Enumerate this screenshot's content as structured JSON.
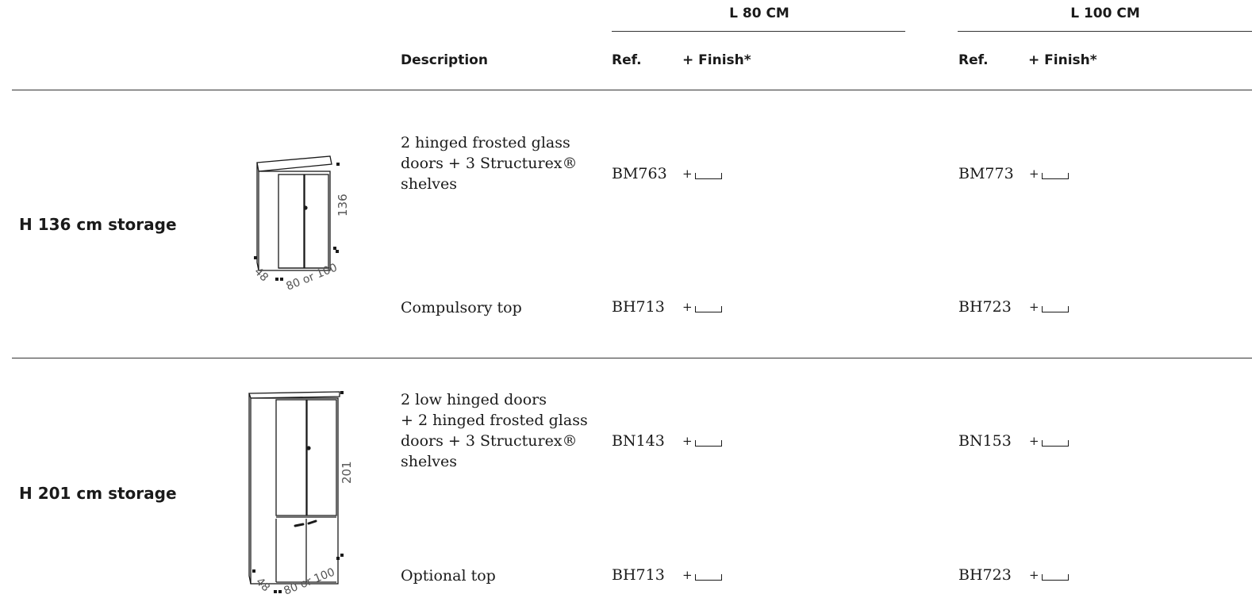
{
  "columns": [
    {
      "title": "L 80 CM",
      "ref_label": "Ref.",
      "finish_label": "+ Finish*"
    },
    {
      "title": "L 100 CM",
      "ref_label": "Ref.",
      "finish_label": "+ Finish*"
    }
  ],
  "description_label": "Description",
  "sections": [
    {
      "title": "H 136 cm storage",
      "dims": {
        "height": "136",
        "depth": "48",
        "width": "80 or 100"
      },
      "rows": [
        {
          "desc_lines": [
            "2 hinged frosted glass",
            "doors + 3 Structurex®",
            "shelves"
          ],
          "ref80": "BM763",
          "ref100": "BM773",
          "finish": "+"
        },
        {
          "desc_lines": [
            "Compulsory top"
          ],
          "ref80": "BH713",
          "ref100": "BH723",
          "finish": "+"
        }
      ]
    },
    {
      "title": "H 201 cm storage",
      "dims": {
        "height": "201",
        "depth": "48",
        "width": "80 or 100"
      },
      "rows": [
        {
          "desc_lines": [
            "2 low hinged doors",
            "+ 2 hinged frosted glass",
            "doors + 3 Structurex®",
            "shelves"
          ],
          "ref80": "BN143",
          "ref100": "BN153",
          "finish": "+"
        },
        {
          "desc_lines": [
            "Optional top"
          ],
          "ref80": "BH713",
          "ref100": "BH723",
          "finish": "+"
        }
      ]
    }
  ]
}
